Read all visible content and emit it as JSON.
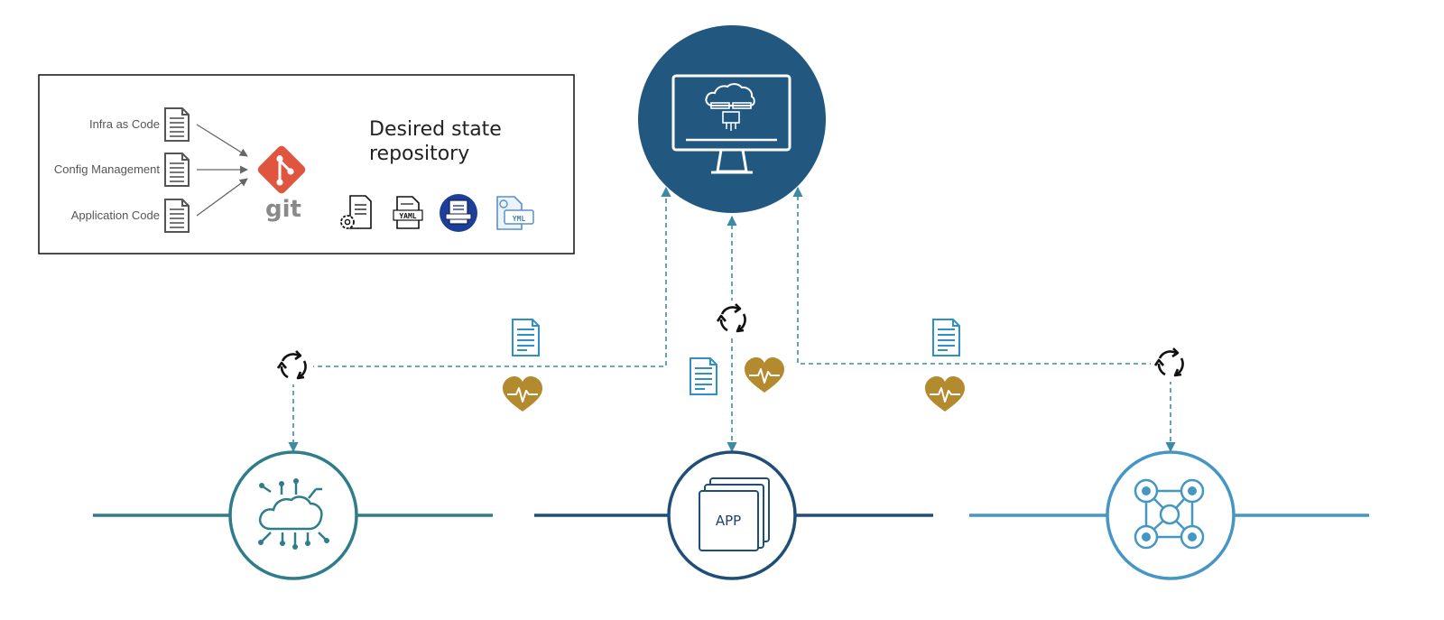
{
  "repository": {
    "sources": [
      "Infra as Code",
      "Config Management",
      "Application Code"
    ],
    "title_line1": "Desired state",
    "title_line2": "repository",
    "git_label": "git",
    "file_formats": [
      "config-file-icon",
      "yaml-file-icon",
      "helm-chart-icon",
      "kubernetes-yml-icon"
    ],
    "yaml_label": "YAML",
    "yml_label": "YML"
  },
  "targets": {
    "app_label": "APP"
  },
  "colors": {
    "control_plane": "#22587f",
    "cloud": "#2f7d8a",
    "app": "#1f4f78",
    "edge": "#4496c4",
    "health": "#b38a2e",
    "git": "#e0553e",
    "doc": "#2f8fc7"
  }
}
